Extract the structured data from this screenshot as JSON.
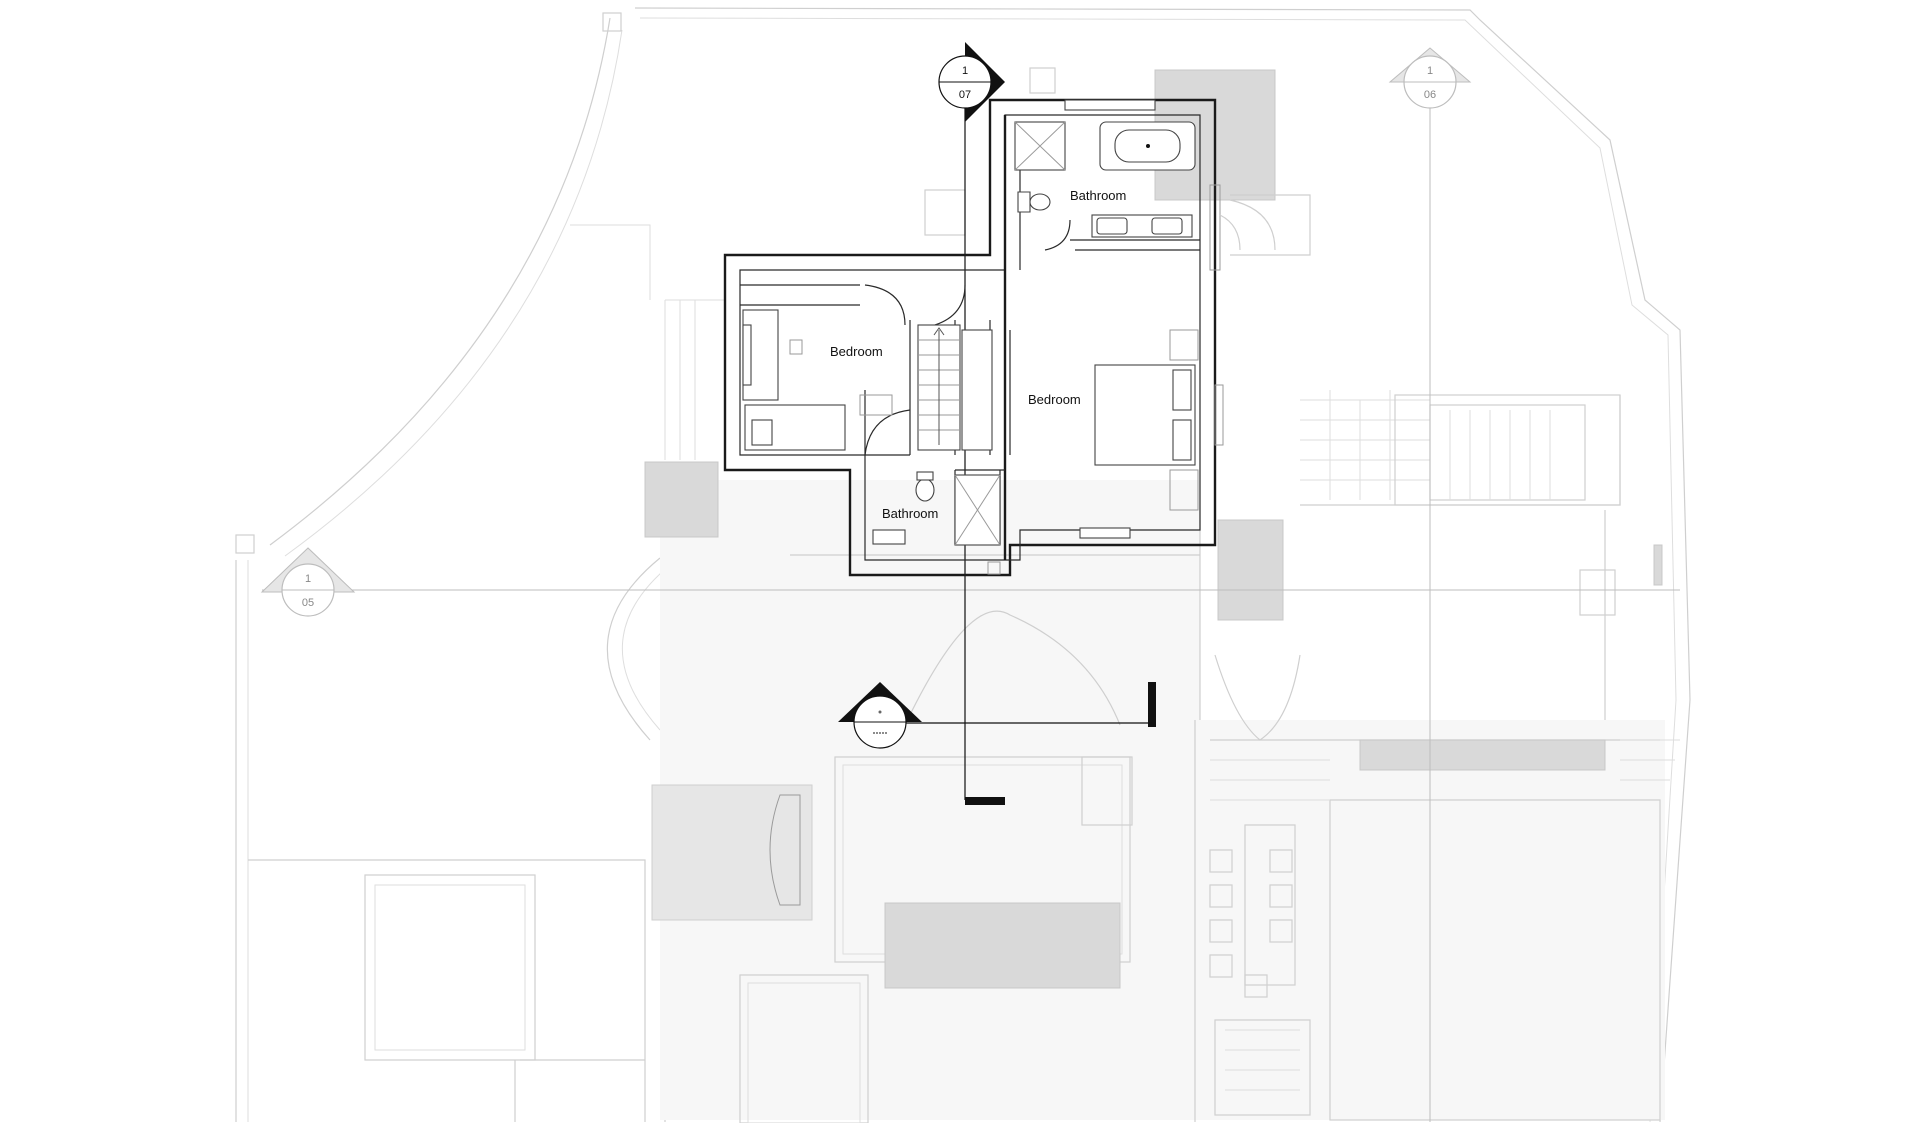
{
  "rooms": {
    "bathroom_top": "Bathroom",
    "bedroom_left": "Bedroom",
    "bedroom_main": "Bedroom",
    "bathroom_bottom": "Bathroom"
  },
  "section_markers": {
    "north": {
      "top": "1",
      "bottom": "07"
    },
    "east": {
      "top": "1",
      "bottom": "06"
    },
    "west": {
      "top": "1",
      "bottom": "05"
    }
  },
  "colors": {
    "existing_linework": "#cfcfcf",
    "new_walls": "#1a1a1a",
    "hatched_surfaces": "#d9d9d9"
  }
}
